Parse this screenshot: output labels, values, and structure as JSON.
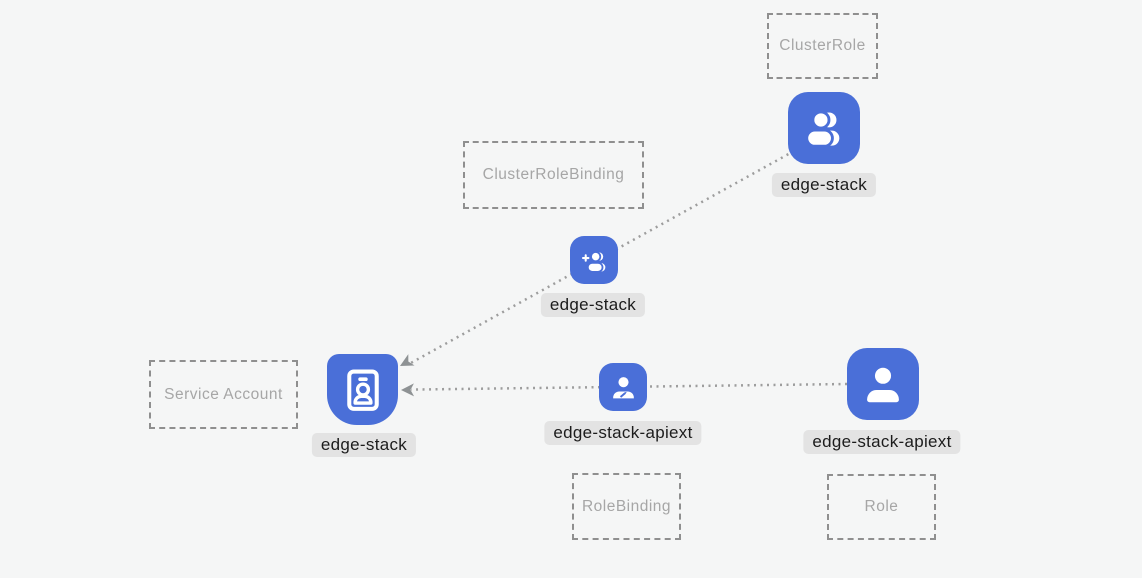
{
  "diagram": {
    "colors": {
      "background": "#f5f6f6",
      "node_blue": "#4a6fd8",
      "connector_gray": "#9d9d9d",
      "chip_background": "#e3e3e3",
      "chip_text": "#1c1c1c",
      "box_border": "#8f8f8f",
      "box_text": "#a6a6a6"
    },
    "type_boxes": {
      "cluster_role": "ClusterRole",
      "cluster_role_binding": "ClusterRoleBinding",
      "service_account": "Service Account",
      "role_binding": "RoleBinding",
      "role": "Role"
    },
    "nodes": {
      "cluster_role": {
        "name": "edge-stack",
        "icon": "group-icon"
      },
      "cluster_role_binding": {
        "name": "edge-stack",
        "icon": "person-add-icon"
      },
      "service_account": {
        "name": "edge-stack",
        "icon": "badge-icon"
      },
      "role_binding": {
        "name": "edge-stack-apiext",
        "icon": "person-edit-icon"
      },
      "role": {
        "name": "edge-stack-apiext",
        "icon": "person-icon"
      }
    }
  }
}
